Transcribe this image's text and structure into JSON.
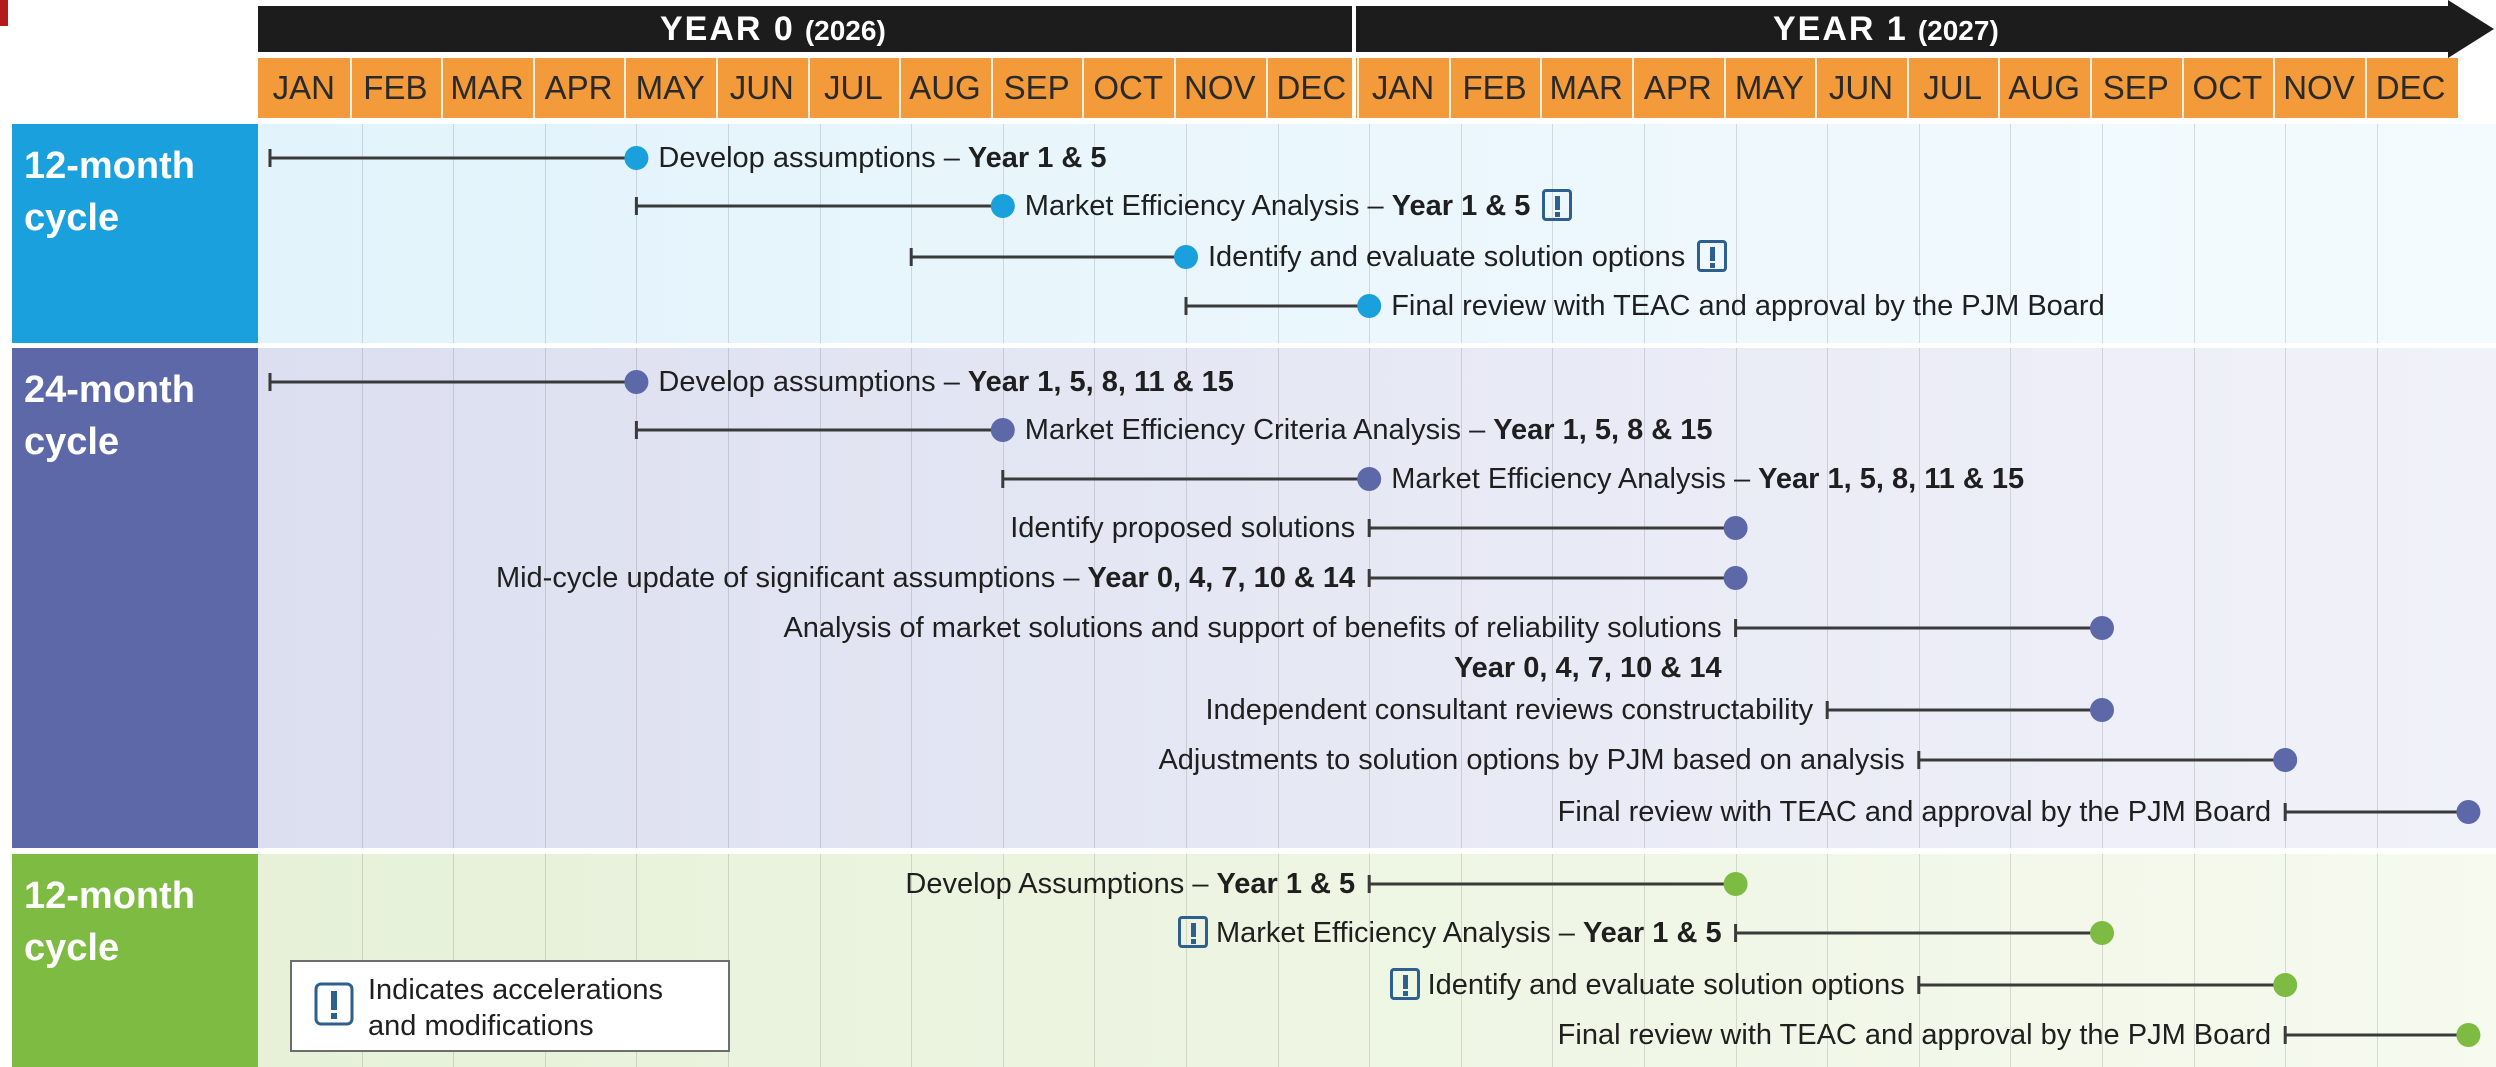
{
  "header": {
    "years": [
      {
        "label": "YEAR 0",
        "sub": "(2026)"
      },
      {
        "label": "YEAR 1",
        "sub": "(2027)"
      }
    ],
    "months": [
      "JAN",
      "FEB",
      "MAR",
      "APR",
      "MAY",
      "JUN",
      "JUL",
      "AUG",
      "SEP",
      "OCT",
      "NOV",
      "DEC",
      "JAN",
      "FEB",
      "MAR",
      "APR",
      "MAY",
      "JUN",
      "JUL",
      "AUG",
      "SEP",
      "OCT",
      "NOV",
      "DEC"
    ],
    "arrow_color": "#1c1c1c",
    "month_color": "#f39a3b"
  },
  "cycles": [
    {
      "label": "12-month\ncycle",
      "color": "#1aa0dd",
      "band_colors": [
        "#e2f3fb",
        "#f4fbfe"
      ],
      "point_color": "#1aa0dd",
      "tasks": [
        {
          "text": "Develop assumptions – ",
          "bold": "Year 1 & 5",
          "start": 0,
          "end": 4,
          "side": "right",
          "flag": false
        },
        {
          "text": "Market Efficiency Analysis – ",
          "bold": "Year 1 & 5",
          "start": 4,
          "end": 8,
          "side": "right",
          "flag": true
        },
        {
          "text": "Identify and evaluate solution options",
          "bold": "",
          "start": 7,
          "end": 10,
          "side": "right",
          "flag": true
        },
        {
          "text": "Final review with TEAC and approval by the PJM Board",
          "bold": "",
          "start": 10,
          "end": 12,
          "side": "right",
          "flag": false
        }
      ]
    },
    {
      "label": "24-month\ncycle",
      "color": "#5d68a8",
      "band_colors": [
        "#dcdff0",
        "#f1f2f9"
      ],
      "point_color": "#5d68a8",
      "tasks": [
        {
          "text": "Develop assumptions – ",
          "bold": "Year 1, 5, 8, 11 & 15",
          "start": 0,
          "end": 4,
          "side": "right",
          "flag": false
        },
        {
          "text": "Market Efficiency Criteria Analysis – ",
          "bold": "Year 1, 5, 8  & 15",
          "start": 4,
          "end": 8,
          "side": "right",
          "flag": false
        },
        {
          "text": "Market Efficiency Analysis – ",
          "bold": "Year 1, 5, 8, 11 & 15",
          "start": 8,
          "end": 12,
          "side": "right",
          "flag": false
        },
        {
          "text": "Identify proposed solutions",
          "bold": "",
          "start": 12,
          "end": 16,
          "side": "left",
          "flag": false
        },
        {
          "text": "Mid-cycle update of significant assumptions – ",
          "bold": "Year 0, 4, 7, 10 & 14",
          "start": 12,
          "end": 16,
          "side": "left",
          "flag": false
        },
        {
          "text": "Analysis of market solutions and support of benefits of reliability solutions",
          "bold": "",
          "start": 16,
          "end": 20,
          "side": "left",
          "flag": false,
          "extra_bold": "Year 0, 4, 7, 10 & 14"
        },
        {
          "text": "Independent consultant reviews constructability",
          "bold": "",
          "start": 17,
          "end": 20,
          "side": "left",
          "flag": false
        },
        {
          "text": "Adjustments to solution options by PJM based on analysis",
          "bold": "",
          "start": 18,
          "end": 22,
          "side": "left",
          "flag": false
        },
        {
          "text": "Final review with TEAC and approval by the PJM Board",
          "bold": "",
          "start": 22,
          "end": 24,
          "side": "left",
          "flag": false
        }
      ]
    },
    {
      "label": "12-month\ncycle",
      "color": "#7dbb42",
      "band_colors": [
        "#e6f1d8",
        "#f6faef"
      ],
      "point_color": "#7dbb42",
      "tasks": [
        {
          "text": "Develop Assumptions – ",
          "bold": "Year 1 & 5",
          "start": 12,
          "end": 16,
          "side": "left",
          "flag": false
        },
        {
          "text": "Market Efficiency Analysis – ",
          "bold": "Year 1 & 5",
          "start": 16,
          "end": 20,
          "side": "left",
          "flag": true
        },
        {
          "text": "Identify and evaluate solution options",
          "bold": "",
          "start": 18,
          "end": 22,
          "side": "left",
          "flag": true
        },
        {
          "text": "Final review with TEAC and approval by the PJM Board",
          "bold": "",
          "start": 22,
          "end": 24,
          "side": "left",
          "flag": false
        }
      ]
    }
  ],
  "legend": {
    "text": "Indicates accelerations\nand modifications",
    "icon": "exclamation-box-icon"
  },
  "line_color": "#3a3a3a"
}
